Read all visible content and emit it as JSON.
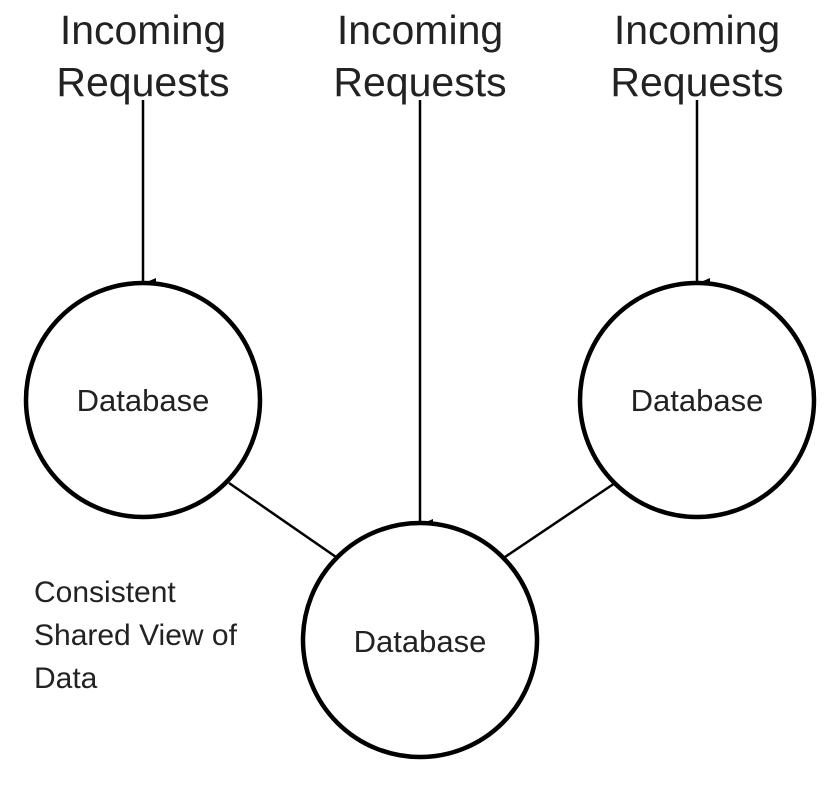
{
  "diagram": {
    "sources": [
      {
        "line1": "Incoming",
        "line2": "Requests"
      },
      {
        "line1": "Incoming",
        "line2": "Requests"
      },
      {
        "line1": "Incoming",
        "line2": "Requests"
      }
    ],
    "nodes": [
      {
        "label": "Database"
      },
      {
        "label": "Database"
      },
      {
        "label": "Database"
      }
    ],
    "annotation": {
      "line1": "Consistent",
      "line2": "Shared View of",
      "line3": "Data"
    },
    "colors": {
      "stroke": "#000000",
      "text": "#222222",
      "background": "#ffffff"
    }
  }
}
